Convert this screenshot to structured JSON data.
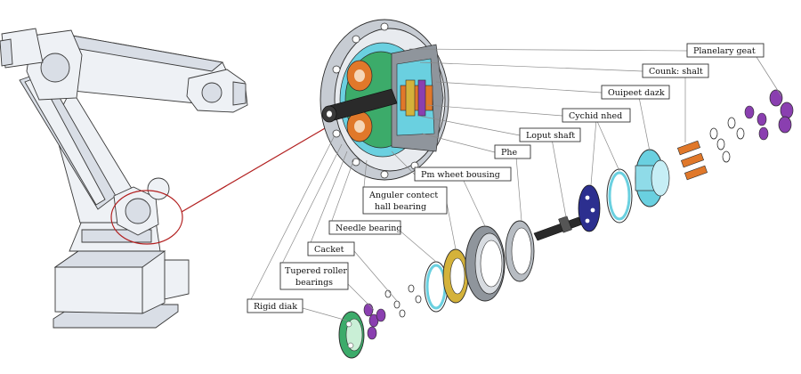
{
  "labels": {
    "planetary_gear": "Planelary geat",
    "crank_shaft": "Counk: shalt",
    "output_disk": "Ouipeet dazk",
    "cycloid_wheel": "Cychid nhed",
    "input_shaft": "Loput shaft",
    "pin": "Phe",
    "pin_wheel_housing": "Pm wheet bousing",
    "angular_contact_bearing": [
      "Anguler contect",
      "hall bearing"
    ],
    "needle_bearing": "Needle bearing",
    "gasket": "Cacket",
    "tapered_roller_bearings": [
      "Tupered roller",
      "bearings"
    ],
    "rigid_disk": "Rigid diak"
  },
  "colors": {
    "zoom_line": "#b21f1f",
    "purple": "#8a3fb0",
    "green": "#3cab6a",
    "gold": "#d4b23a",
    "blue": "#2a6fd0",
    "cyan": "#6ad0e0",
    "navy": "#2c2f8f",
    "orange": "#e0782a",
    "grey": "#8f959c"
  }
}
